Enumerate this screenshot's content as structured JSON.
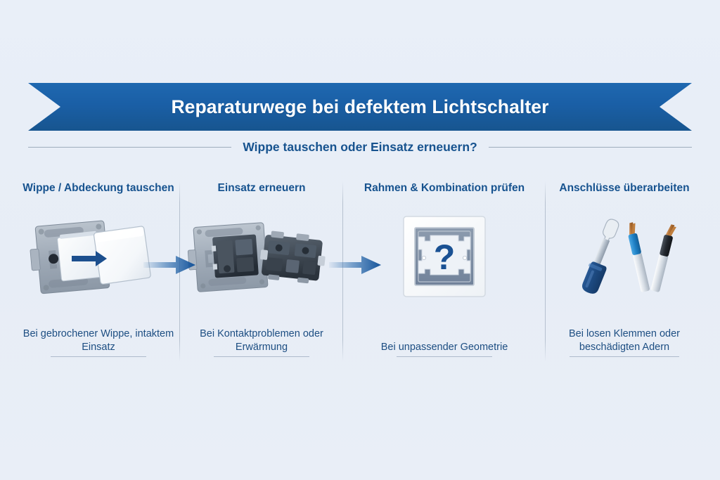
{
  "banner": {
    "title": "Reparaturwege bei defektem Lichtschalter",
    "bg_color": "#1a5fa6",
    "text_color": "#ffffff"
  },
  "subtitle": {
    "text": "Wippe tauschen oder Einsatz erneuern?",
    "color": "#17538f"
  },
  "background_color": "#e8eef7",
  "accent_color": "#1a5fa6",
  "columns": [
    {
      "title": "Wippe / Abdeckung tauschen",
      "caption": "Bei gebrochener Wippe, intaktem Einsatz",
      "icon": "switch-plate-with-rocker-icon"
    },
    {
      "title": "Einsatz erneuern",
      "caption": "Bei Kontaktproblemen oder Erwärmung",
      "icon": "switch-insert-mechanism-icon"
    },
    {
      "title": "Rahmen & Kombination prüfen",
      "caption": "Bei unpassender Geometrie",
      "icon": "frame-with-question-mark-icon"
    },
    {
      "title": "Anschlüsse überarbeiten",
      "caption": "Bei losen Klemmen oder beschädigten Adern",
      "icon": "screwdriver-and-wires-icon"
    }
  ],
  "arrows": [
    {
      "name": "arrow-step-1-to-2",
      "direction": "right"
    },
    {
      "name": "arrow-step-2-to-3",
      "direction": "right"
    }
  ]
}
